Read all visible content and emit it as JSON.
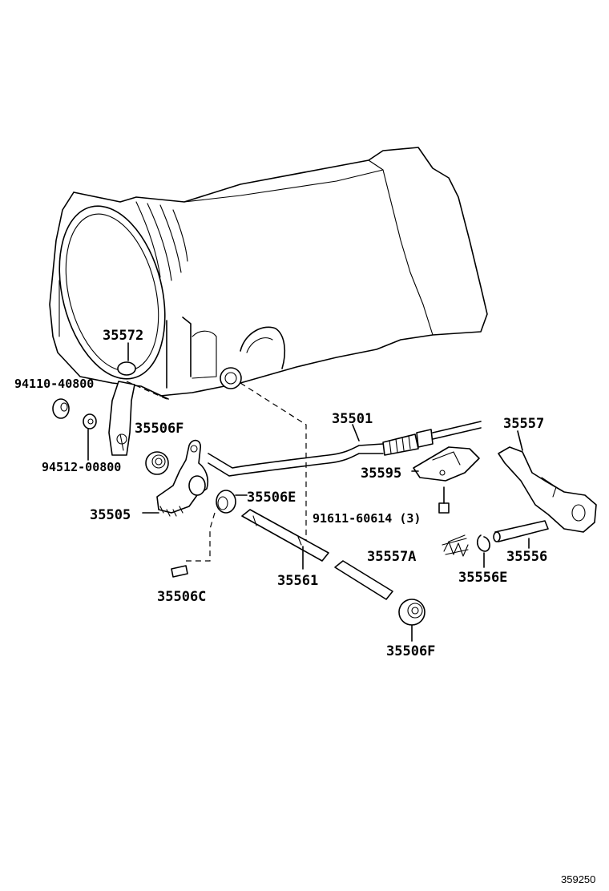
{
  "figure_id": "359250",
  "callouts": {
    "p35572": "35572",
    "p94110": "94110-40800",
    "p94512": "94512-00800",
    "p35506F_top": "35506F",
    "p35505": "35505",
    "p35506E_top": "35506E",
    "p35506C": "35506C",
    "p35561": "35561",
    "p35501": "35501",
    "p35595": "35595",
    "p91611": "91611-60614 (3)",
    "p35557": "35557",
    "p35557A": "35557A",
    "p35556": "35556",
    "p35556E": "35556E",
    "p35506F_bottom": "35506F"
  }
}
